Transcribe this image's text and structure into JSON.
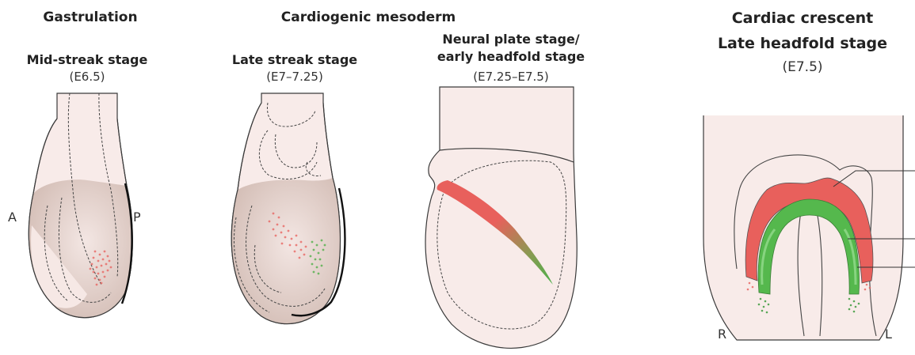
{
  "headings": {
    "gastrulation": "Gastrulation",
    "cardiogenic_mesoderm": "Cardiogenic mesoderm"
  },
  "panels": [
    {
      "stage": "Mid-streak stage",
      "time": "(E6.5)"
    },
    {
      "stage": "Late streak stage",
      "time": "(E7–7.25)"
    },
    {
      "stage_line1": "Neural plate stage/",
      "stage_line2": "early headfold stage",
      "time": "(E7.25–E7.5)"
    },
    {
      "title_line1": "Cardiac crescent",
      "title_line2": "Late headfold stage",
      "time": "(E7.5)"
    }
  ],
  "axis_labels": {
    "anterior": "A",
    "posterior": "P",
    "right": "R",
    "left": "L"
  },
  "colors": {
    "embryo_fill": "#f8ebe9",
    "embryo_shade": "#d9c4bd",
    "first_heart_field": "#e8605c",
    "second_heart_field": "#52b04a"
  }
}
